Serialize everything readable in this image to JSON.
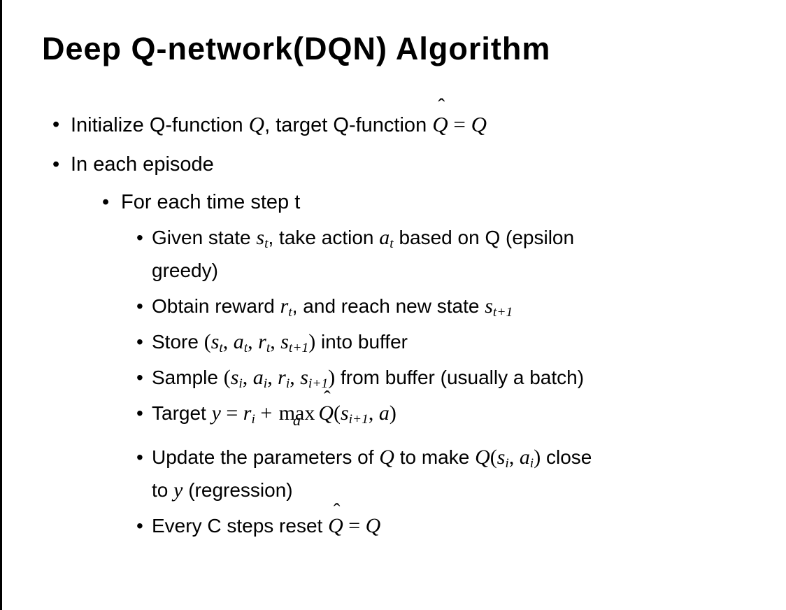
{
  "slide": {
    "title": "Deep Q-network(DQN) Algorithm",
    "background": "#ffffff",
    "text_color": "#000000",
    "border_color": "#000000",
    "bullet_glyph": "•"
  },
  "bullets": [
    {
      "level": 1,
      "runs": [
        {
          "s": "n",
          "t": "Initialize Q-function "
        },
        {
          "s": "m",
          "t": "Q"
        },
        {
          "s": "n",
          "t": ", target Q-function "
        },
        {
          "s": "mhat",
          "t": "Q"
        },
        {
          "s": "o",
          "t": " = "
        },
        {
          "s": "m",
          "t": "Q"
        }
      ]
    },
    {
      "level": 1,
      "runs": [
        {
          "s": "n",
          "t": "In each episode"
        }
      ]
    },
    {
      "level": 2,
      "runs": [
        {
          "s": "n",
          "t": "For each time step t"
        }
      ]
    },
    {
      "level": 3,
      "runs": [
        {
          "s": "n",
          "t": "Given state "
        },
        {
          "s": "msub",
          "t": "s",
          "sub": "t"
        },
        {
          "s": "n",
          "t": ", take action "
        },
        {
          "s": "msub",
          "t": "a",
          "sub": "t"
        },
        {
          "s": "n",
          "t": " based on Q (epsilon"
        },
        {
          "s": "br"
        },
        {
          "s": "n",
          "t": "greedy)"
        }
      ]
    },
    {
      "level": 3,
      "runs": [
        {
          "s": "n",
          "t": "Obtain reward "
        },
        {
          "s": "msub",
          "t": "r",
          "sub": "t"
        },
        {
          "s": "n",
          "t": ", and reach new state "
        },
        {
          "s": "msub",
          "t": "s",
          "sub": "t+1"
        }
      ]
    },
    {
      "level": 3,
      "runs": [
        {
          "s": "n",
          "t": "Store "
        },
        {
          "s": "o",
          "t": "("
        },
        {
          "s": "msub",
          "t": "s",
          "sub": "t"
        },
        {
          "s": "o",
          "t": ", "
        },
        {
          "s": "msub",
          "t": "a",
          "sub": "t"
        },
        {
          "s": "o",
          "t": ", "
        },
        {
          "s": "msub",
          "t": "r",
          "sub": "t"
        },
        {
          "s": "o",
          "t": ", "
        },
        {
          "s": "msub",
          "t": "s",
          "sub": "t+1"
        },
        {
          "s": "o",
          "t": ")"
        },
        {
          "s": "n",
          "t": " into buffer"
        }
      ]
    },
    {
      "level": 3,
      "runs": [
        {
          "s": "n",
          "t": "Sample "
        },
        {
          "s": "o",
          "t": "("
        },
        {
          "s": "msub",
          "t": "s",
          "sub": "i"
        },
        {
          "s": "o",
          "t": ", "
        },
        {
          "s": "msub",
          "t": "a",
          "sub": "i"
        },
        {
          "s": "o",
          "t": ", "
        },
        {
          "s": "msub",
          "t": "r",
          "sub": "i"
        },
        {
          "s": "o",
          "t": ", "
        },
        {
          "s": "msub",
          "t": "s",
          "sub": "i+1"
        },
        {
          "s": "o",
          "t": ")"
        },
        {
          "s": "n",
          "t": " from buffer (usually a batch)"
        }
      ]
    },
    {
      "level": 3,
      "runs": [
        {
          "s": "n",
          "t": "Target "
        },
        {
          "s": "m",
          "t": "y"
        },
        {
          "s": "o",
          "t": " = "
        },
        {
          "s": "msub",
          "t": "r",
          "sub": "i"
        },
        {
          "s": "o",
          "t": " + "
        },
        {
          "s": "max",
          "t": "max",
          "sub": "a"
        },
        {
          "s": "mhat",
          "t": "Q"
        },
        {
          "s": "o",
          "t": "("
        },
        {
          "s": "msub",
          "t": "s",
          "sub": "i+1"
        },
        {
          "s": "o",
          "t": ", "
        },
        {
          "s": "m",
          "t": "a"
        },
        {
          "s": "o",
          "t": ")"
        }
      ]
    },
    {
      "level": 3,
      "runs": [
        {
          "s": "n",
          "t": "Update the parameters of "
        },
        {
          "s": "m",
          "t": "Q"
        },
        {
          "s": "n",
          "t": " to make "
        },
        {
          "s": "m",
          "t": "Q"
        },
        {
          "s": "o",
          "t": "("
        },
        {
          "s": "msub",
          "t": "s",
          "sub": "i"
        },
        {
          "s": "o",
          "t": ", "
        },
        {
          "s": "msub",
          "t": "a",
          "sub": "i"
        },
        {
          "s": "o",
          "t": ")"
        },
        {
          "s": "n",
          "t": " close"
        },
        {
          "s": "br"
        },
        {
          "s": "n",
          "t": "to "
        },
        {
          "s": "m",
          "t": "y"
        },
        {
          "s": "n",
          "t": " (regression)"
        }
      ]
    },
    {
      "level": 3,
      "runs": [
        {
          "s": "n",
          "t": "Every C steps reset "
        },
        {
          "s": "mhat",
          "t": "Q"
        },
        {
          "s": "o",
          "t": " = "
        },
        {
          "s": "m",
          "t": "Q"
        }
      ]
    }
  ]
}
